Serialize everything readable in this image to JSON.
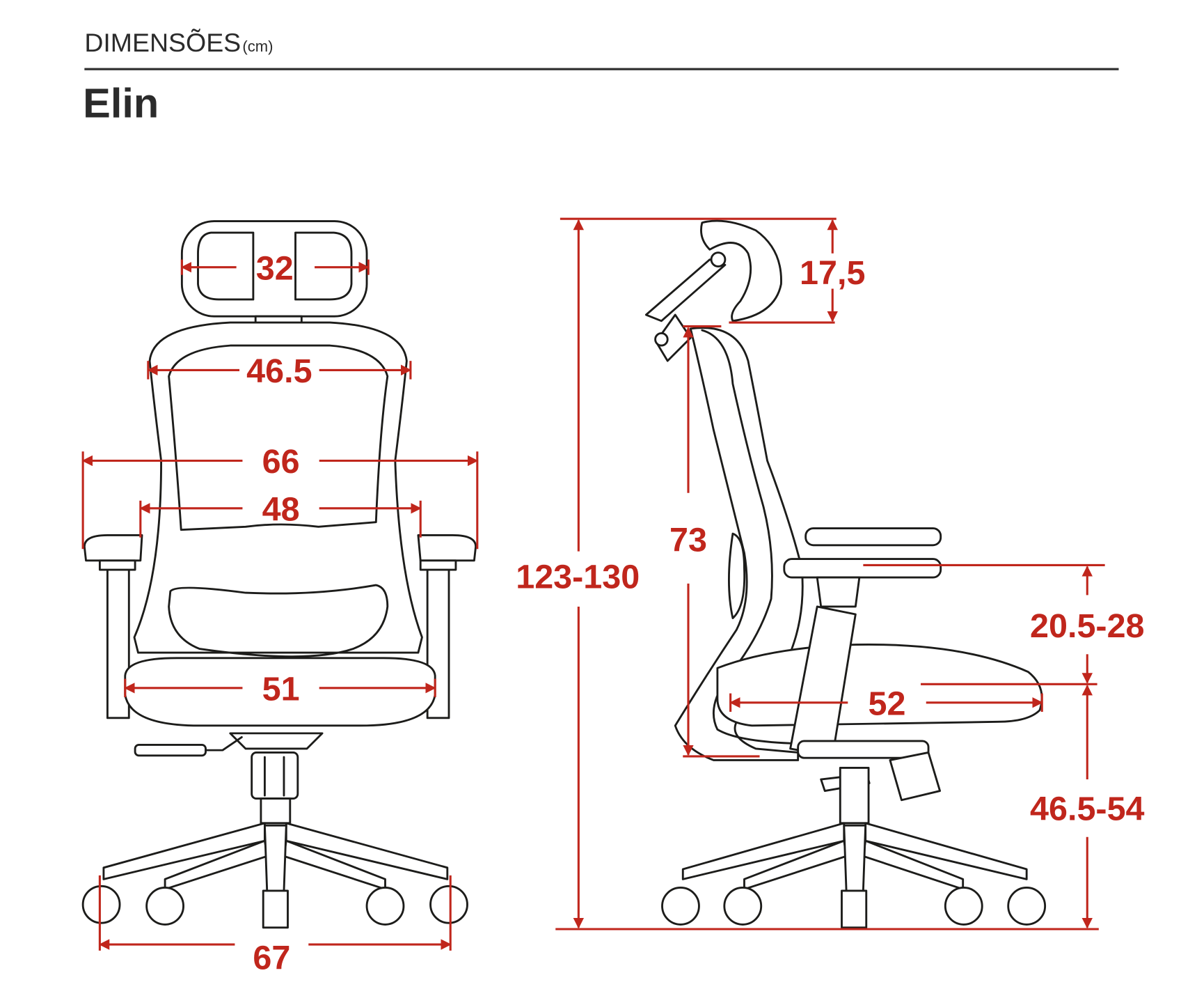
{
  "header": {
    "section_title": "DIMENSÕES",
    "unit": "(cm)",
    "product_name": "Elin"
  },
  "colors": {
    "dimension": "#c0261c",
    "line_art": "#1c1c1a",
    "heading": "#2b2b2b"
  },
  "front_view": {
    "headrest_width": "32",
    "backrest_width": "46.5",
    "overall_width_armrests": "66",
    "inner_width_armrests": "48",
    "seat_width": "51",
    "base_width": "67"
  },
  "side_view": {
    "total_height": "123-130",
    "headrest_height": "17,5",
    "backrest_height": "73",
    "armrest_height": "20.5-28",
    "seat_height": "46.5-54",
    "seat_depth": "52"
  }
}
